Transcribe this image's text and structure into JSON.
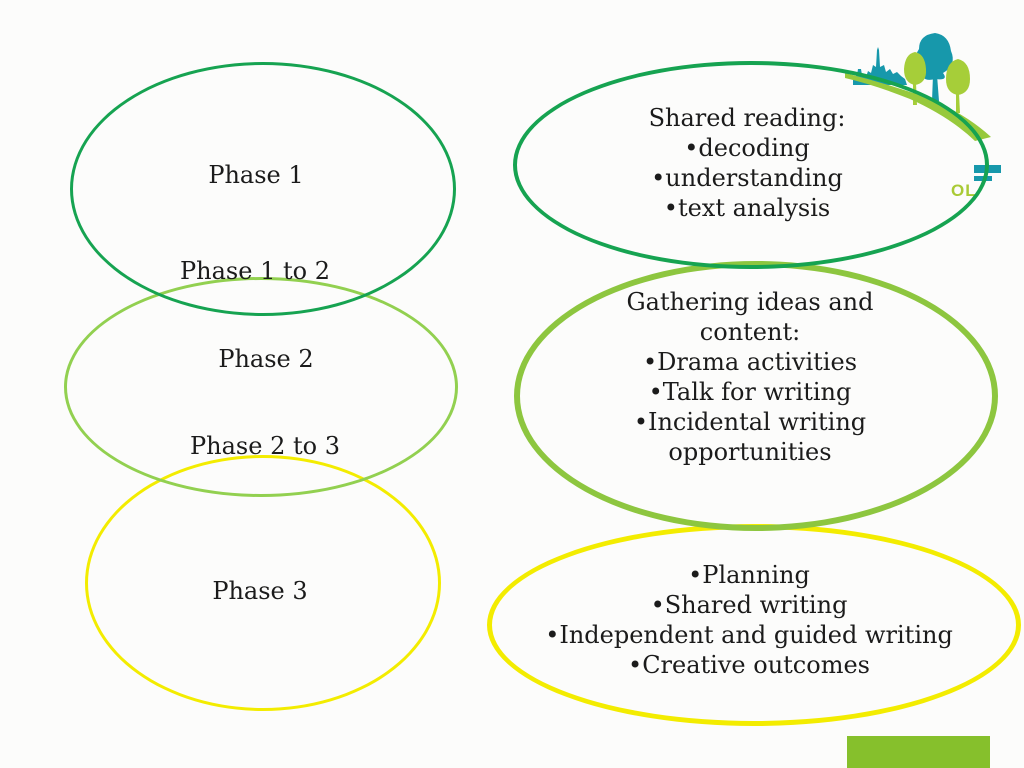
{
  "slide": {
    "background_color": "#fcfcfb",
    "text_color": "#1b1b1b"
  },
  "colors": {
    "dark_green": "#16a351",
    "light_green": "#92d050",
    "apple_green": "#8dc63f",
    "yellow": "#f3ec00",
    "teal": "#1798ab",
    "tree_green": "#a6ce39",
    "accent_bar_green": "#86c02c"
  },
  "phases": {
    "phase_1": "Phase 1",
    "phase_1_to_2": "Phase 1 to 2",
    "phase_2": "Phase 2",
    "phase_2_to_3": "Phase 2 to 3",
    "phase_3": "Phase 3"
  },
  "right_content": {
    "shared_reading": {
      "lines": [
        "Shared reading:",
        "•decoding",
        "•understanding",
        "•text analysis"
      ]
    },
    "gathering_ideas": {
      "lines": [
        "Gathering ideas and",
        "content:",
        "•Drama activities",
        "•Talk for writing",
        "•Incidental writing",
        "opportunities"
      ]
    },
    "writing_outcomes": {
      "lines": [
        "•Planning",
        "•Shared writing",
        "•Independent and guided writing",
        "•Creative outcomes"
      ]
    }
  },
  "logo": {
    "word_fragment": "OL"
  }
}
